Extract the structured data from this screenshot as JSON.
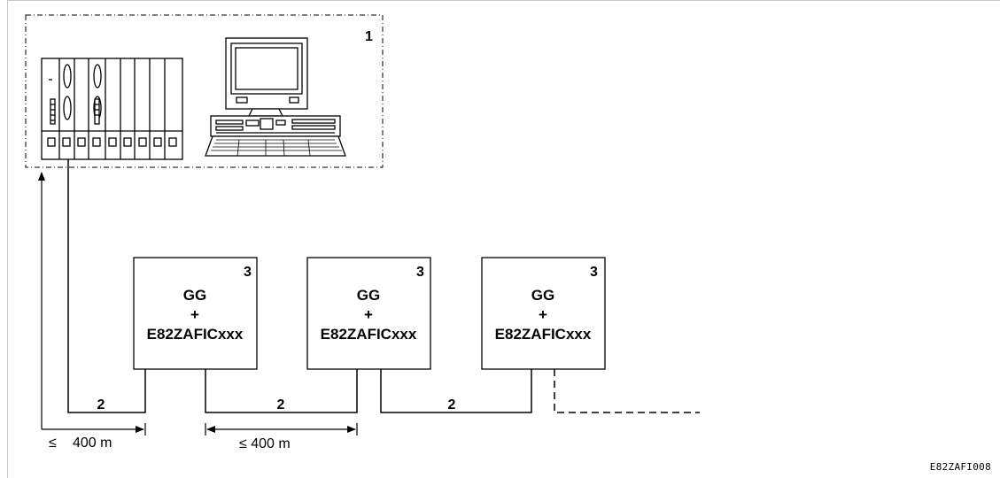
{
  "network": {
    "master_label": "1",
    "cable_label": "2",
    "device_label": "3"
  },
  "devices": [
    {
      "line1": "GG",
      "line2": "+",
      "line3": "E82ZAFICxxx"
    },
    {
      "line1": "GG",
      "line2": "+",
      "line3": "E82ZAFICxxx"
    },
    {
      "line1": "GG",
      "line2": "+",
      "line3": "E82ZAFICxxx"
    }
  ],
  "dimensions": {
    "first_length": "400 m",
    "second_length": "≤ 400 m",
    "le_symbol": "≤"
  },
  "footer": {
    "code": "E82ZAFI008"
  }
}
